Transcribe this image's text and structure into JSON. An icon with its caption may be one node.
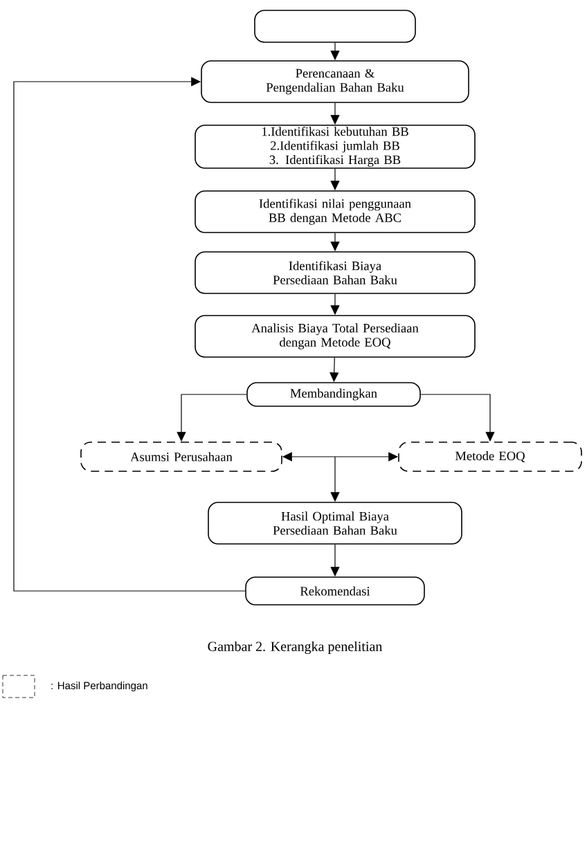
{
  "diagram": {
    "caption": "Gambar 2. Kerangka penelitian",
    "nodes": [
      {
        "text": [],
        "shape": "box"
      },
      {
        "text": [
          "Perencanaan & Pengendalian Bahan Baku"
        ]
      },
      {
        "text": [
          "1.Identifikasi kebutuhan BB",
          "2.Identifikasi jumlah BB",
          "3. Identifikasi Harga BB"
        ]
      },
      {
        "text": [
          "Identifikasi nilai penggunaan BB dengan Metode ABC"
        ]
      },
      {
        "text": [
          "Identifikasi Biaya Persediaan Bahan Baku"
        ]
      },
      {
        "text": [
          "Analisis Biaya Total Persediaan dengan Metode EOQ"
        ]
      },
      {
        "text": [
          "Membandingkan"
        ]
      },
      {
        "text": [
          "Asumsi Perusahaan"
        ]
      },
      {
        "text": [
          "Metode EOQ"
        ]
      },
      {
        "text": [
          "Hasil Optimal Biaya Persediaan Bahan Baku"
        ]
      },
      {
        "text": [
          "Rekomendasi"
        ]
      }
    ],
    "edges": [
      {
        "from": 0,
        "to": 1,
        "arrow": "to"
      },
      {
        "from": 1,
        "to": 2,
        "arrow": "to"
      },
      {
        "from": 2,
        "to": 3,
        "arrow": "to"
      },
      {
        "from": 3,
        "to": 4,
        "arrow": "to"
      },
      {
        "from": 4,
        "to": 5,
        "arrow": "to"
      },
      {
        "from": 5,
        "to": 6,
        "arrow": "to"
      },
      {
        "from": 6,
        "to": 7,
        "arrow": "to"
      },
      {
        "from": 6,
        "to": 8,
        "arrow": "to"
      },
      {
        "from": 7,
        "to": 8,
        "arrow": "both"
      },
      {
        "from": null,
        "to": 9,
        "arrow": "to"
      },
      {
        "from": 9,
        "to": 10,
        "arrow": "to"
      },
      {
        "from": 10,
        "to": 1,
        "arrow": "to"
      }
    ],
    "legend": [
      {
        "text": ": Hasil Perbandingan"
      }
    ]
  }
}
